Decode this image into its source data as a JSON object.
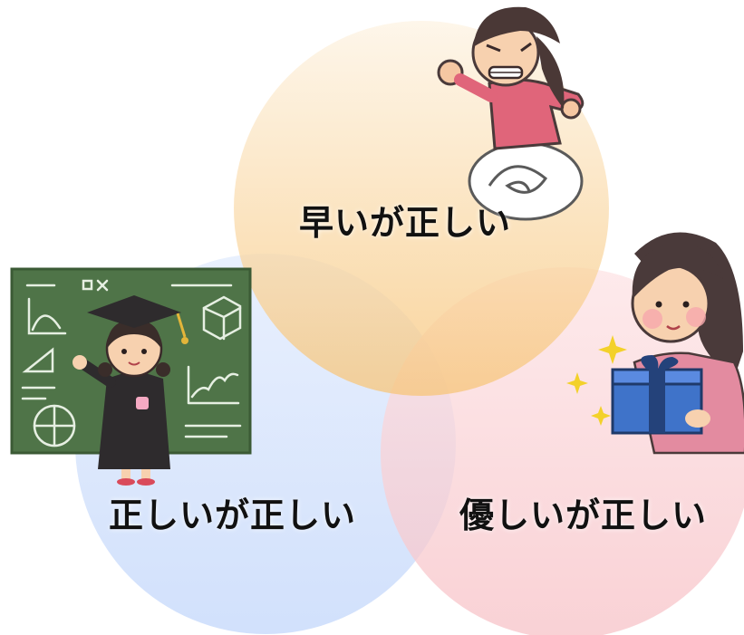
{
  "diagram": {
    "type": "venn",
    "circles": [
      {
        "id": "top",
        "label": "早いが正しい",
        "color": "#f7c98a"
      },
      {
        "id": "left",
        "label": "正しいが正しい",
        "color": "#bdd3fb"
      },
      {
        "id": "right",
        "label": "優しいが正しい",
        "color": "#f9c2c6"
      }
    ]
  },
  "illustrations": [
    {
      "name": "running-person-illustration",
      "circle": "top"
    },
    {
      "name": "graduate-at-chalkboard-illustration",
      "circle": "left"
    },
    {
      "name": "person-with-gift-illustration",
      "circle": "right"
    }
  ]
}
